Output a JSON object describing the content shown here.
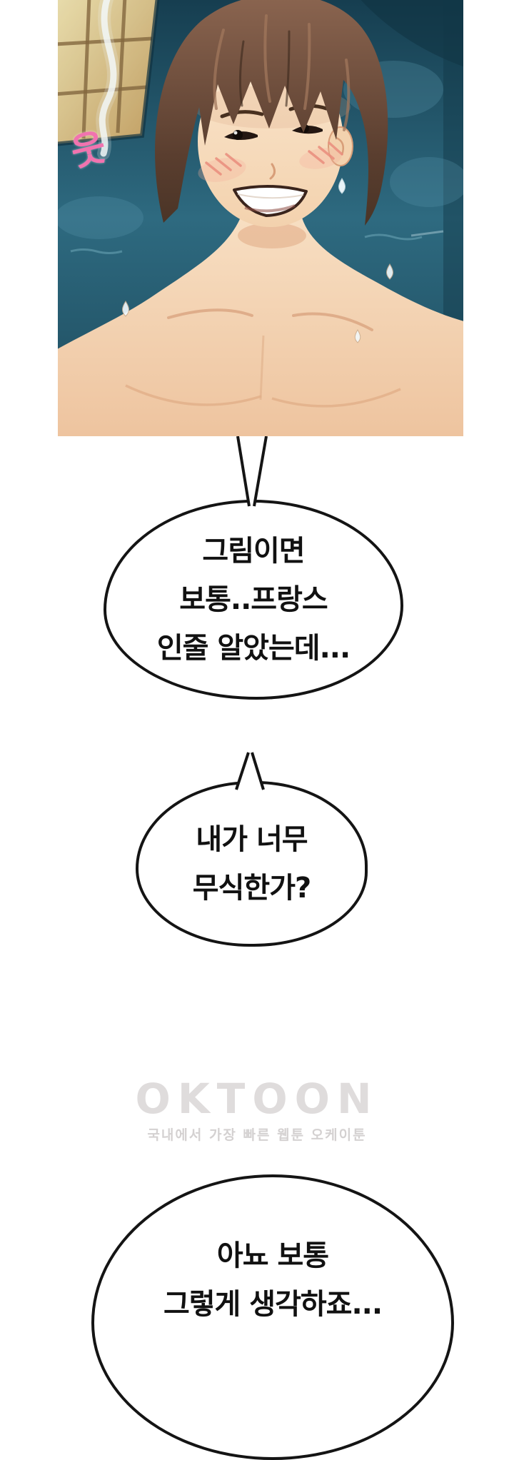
{
  "panel": {
    "sfx": "웃"
  },
  "bubbles": [
    {
      "lines": [
        "그림이면",
        "보통..프랑스",
        "인줄 알았는데..."
      ]
    },
    {
      "lines": [
        "내가 너무",
        "무식한가?"
      ]
    },
    {
      "lines": [
        "아뇨 보통",
        "그렇게 생각하죠..."
      ]
    }
  ],
  "watermark": {
    "logo": "OKTOON",
    "tagline": "국내에서 가장 빠른 웹툰 오케이툰"
  },
  "colors": {
    "water": "#1f4f63",
    "skin": "#f6dcc0",
    "hair": "#6f4c39",
    "blush": "#ea8d7d",
    "sfx_pink": "#f173af",
    "bubble_border": "#141414",
    "watermark_gray": "#dfdcdc"
  }
}
